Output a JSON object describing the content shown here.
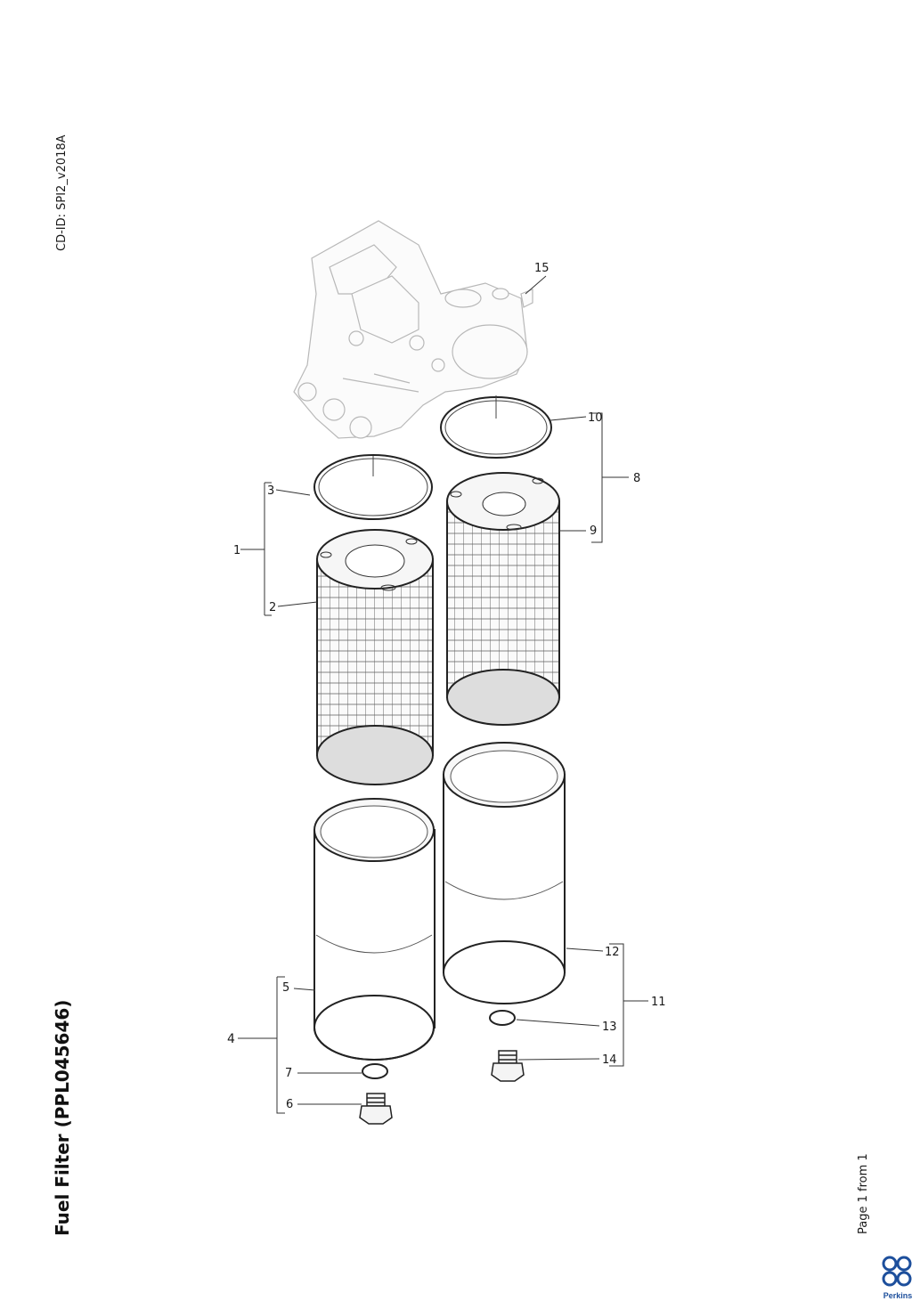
{
  "header": {
    "cd_id": "CD-ID: SPI2_v2018A"
  },
  "document": {
    "title": "Fuel Filter (PPL045646)",
    "page": "Page 1 from 1"
  },
  "brand": {
    "name": "Perkins",
    "color": "#1d4f9c",
    "logo_icon": "perkins-logo-icon"
  },
  "callouts": [
    "1",
    "2",
    "3",
    "4",
    "5",
    "6",
    "7",
    "8",
    "9",
    "10",
    "11",
    "12",
    "13",
    "14",
    "15"
  ]
}
